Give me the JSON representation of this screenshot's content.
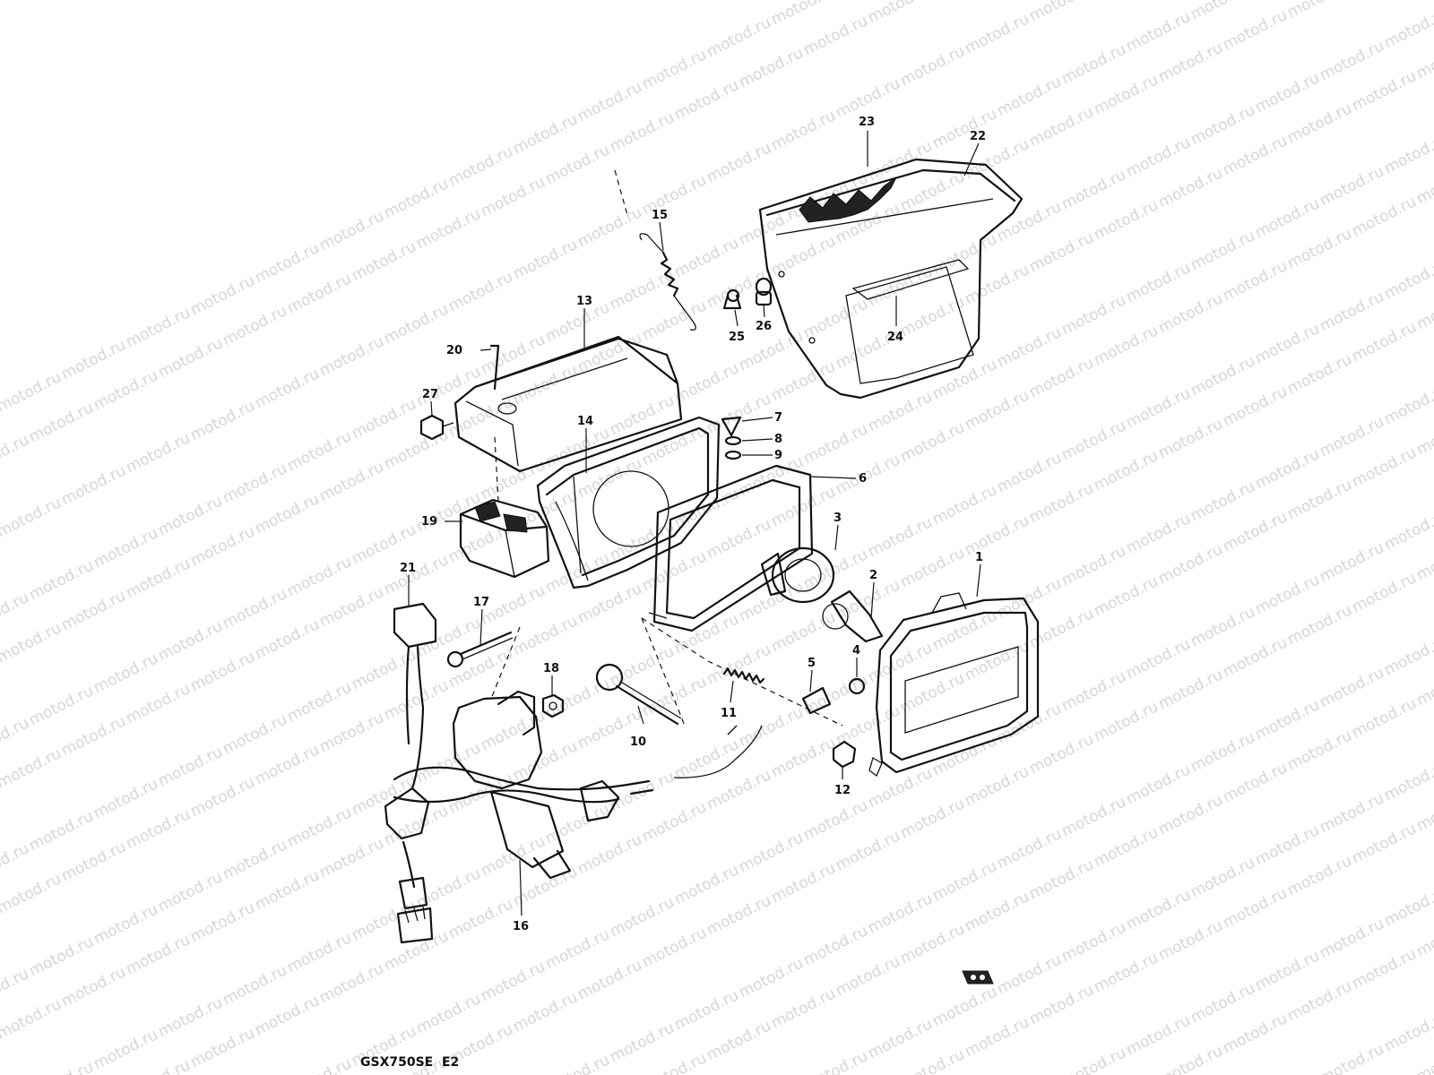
{
  "watermark": {
    "text": "motod.ru"
  },
  "diagram": {
    "caption": "GSX750SE  E2",
    "callouts": [
      {
        "id": "1",
        "label": "1"
      },
      {
        "id": "2",
        "label": "2"
      },
      {
        "id": "3",
        "label": "3"
      },
      {
        "id": "4",
        "label": "4"
      },
      {
        "id": "5",
        "label": "5"
      },
      {
        "id": "6",
        "label": "6"
      },
      {
        "id": "7",
        "label": "7"
      },
      {
        "id": "8",
        "label": "8"
      },
      {
        "id": "9",
        "label": "9"
      },
      {
        "id": "10",
        "label": "10"
      },
      {
        "id": "11",
        "label": "11"
      },
      {
        "id": "12",
        "label": "12"
      },
      {
        "id": "13",
        "label": "13"
      },
      {
        "id": "14",
        "label": "14"
      },
      {
        "id": "15",
        "label": "15"
      },
      {
        "id": "16",
        "label": "16"
      },
      {
        "id": "17",
        "label": "17"
      },
      {
        "id": "18",
        "label": "18"
      },
      {
        "id": "19",
        "label": "19"
      },
      {
        "id": "20",
        "label": "20"
      },
      {
        "id": "21",
        "label": "21"
      },
      {
        "id": "22",
        "label": "22"
      },
      {
        "id": "23",
        "label": "23"
      },
      {
        "id": "24",
        "label": "24"
      },
      {
        "id": "25",
        "label": "25"
      },
      {
        "id": "26",
        "label": "26"
      },
      {
        "id": "27",
        "label": "27"
      }
    ]
  }
}
